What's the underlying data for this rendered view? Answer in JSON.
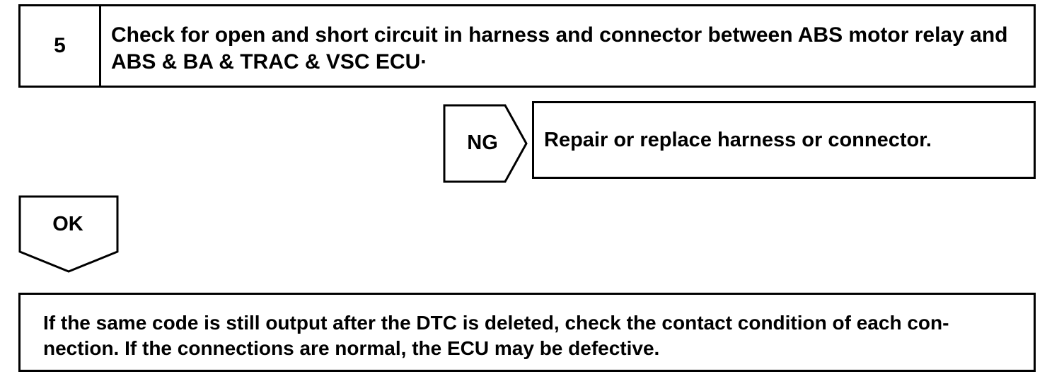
{
  "step": {
    "number": "5",
    "title": "Check for open and short circuit in harness and connector between ABS motor relay and ABS & BA & TRAC & VSC ECU·"
  },
  "ng_branch": {
    "label": "NG",
    "action": "Repair or replace harness or connector."
  },
  "ok_branch": {
    "label": "OK"
  },
  "result": {
    "text": "If the same code is still output after the DTC is deleted, check the contact condition of each con- nection. If the connections are normal, the ECU may be defective."
  }
}
